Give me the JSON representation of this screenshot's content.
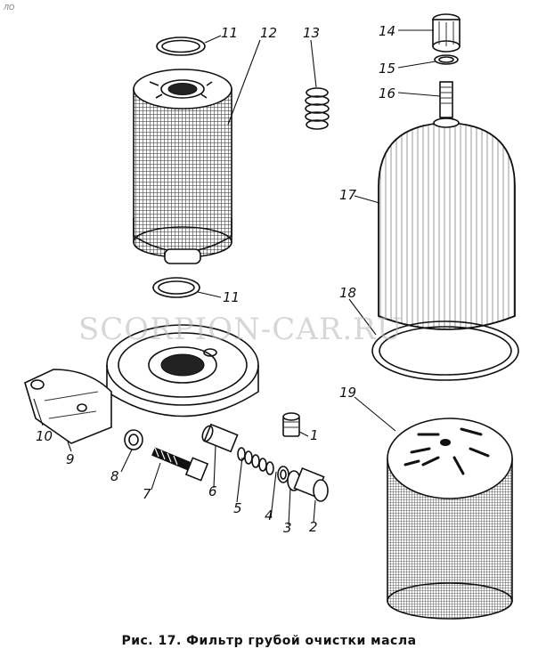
{
  "caption": "Рис. 17. Фильтр грубой очистки масла",
  "watermark": "SCORPION-CAR.RU",
  "corner_mark": "ЛО",
  "callouts": [
    "11",
    "12",
    "13",
    "14",
    "15",
    "16",
    "17",
    "11",
    "18",
    "19",
    "10",
    "9",
    "8",
    "7",
    "6",
    "5",
    "4",
    "3",
    "2",
    "1"
  ]
}
